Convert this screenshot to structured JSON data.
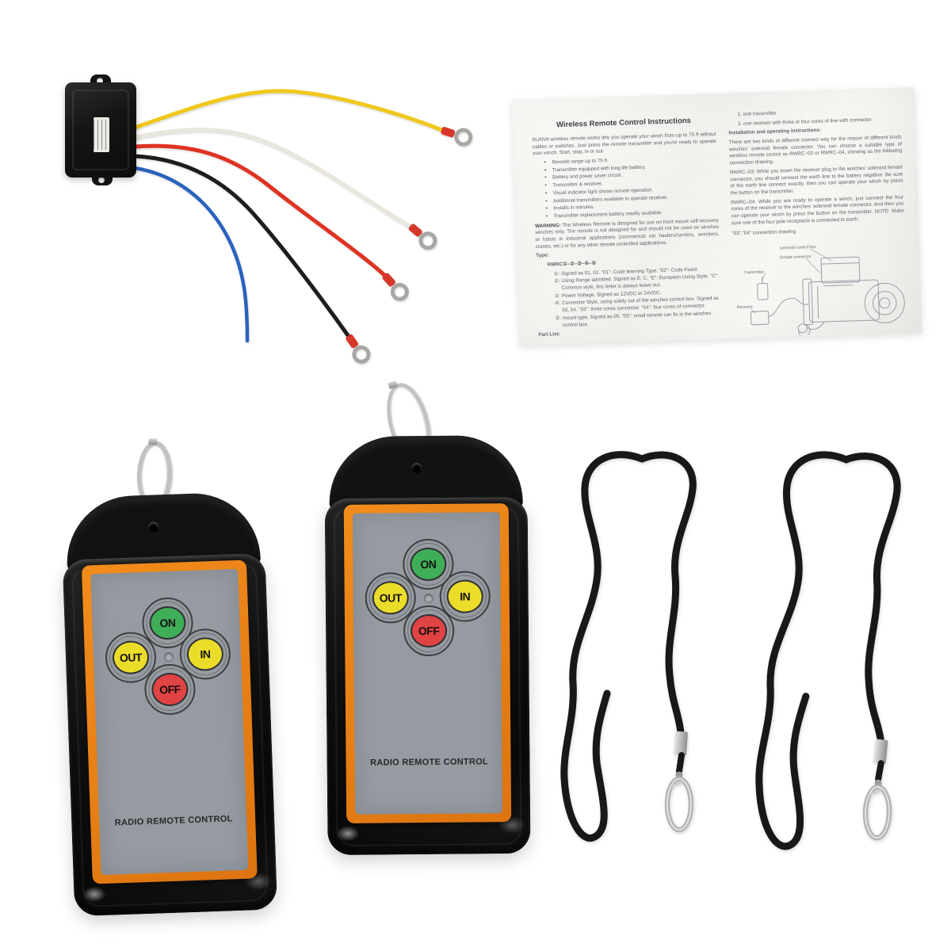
{
  "receiver": {
    "wires": [
      {
        "name": "yellow",
        "color": "#f0c81e"
      },
      {
        "name": "white",
        "color": "#e9e6dc"
      },
      {
        "name": "red",
        "color": "#df3322"
      },
      {
        "name": "black",
        "color": "#1d1d1d"
      },
      {
        "name": "blue",
        "color": "#2a62bd"
      }
    ],
    "terminal_color": "#d7372b"
  },
  "instruction_sheet": {
    "title": "Wireless Remote Control Instructions",
    "intro": "RUNVA wireless remote works lets you operate your winch from up to 75 ft without cables or switches. Just press the remote transmitter and you're ready to operate your winch. Start, stop, in or out.",
    "features": [
      "Remote range up to 75 ft.",
      "Transmitter equipped with long life battery.",
      "Battery and power saver circuit.",
      "Transmitter & receiver.",
      "Visual indicator light shows remote operation.",
      "Additional transmitters available to operate receiver.",
      "Installs in minutes.",
      "Transmitter replacement battery readily available."
    ],
    "warning_label": "WARNING:",
    "warning_body": " The Wireless Remote is designed for use on front mount self-recovery winches only. The remote is not designed for and should not be used on winches or hoists in industrial applications (commercial car haulers/carriers, wreckers, cranes, etc.) or for any other remote controlled applications.",
    "type_heading": "Type:",
    "type_model": "RWRC①–②–③–④–⑤",
    "type_items": [
      "①: Signed as 01, 02. \"01\": Code learning Type. \"02\": Code Fixed.",
      "②: Using Range admitted. Signed as E, C. \"E\": European Using Style. \"C\": Common style, this letter is always leave out.",
      "③: Power Voltage. Signed as 12VDC or 24VDC.",
      "④: Connector Style, using solely out of the winches control box. Signed as 03, 04. \"03\": three cores connector. \"04\": four cores of connector.",
      "⑤: mount type. Signed as 05. \"05\": small remote can fix in the winches control box."
    ],
    "part_list_heading": "Part List:",
    "right": {
      "parts": [
        "1.  one transmitter",
        "2.  one receiver with three or four cores of line with connector"
      ],
      "install_heading": "Installation and operating instructions:",
      "install_paras": [
        "There are two kinds of different connect way for the reason of different kinds winches' solenoid female connector. You can choose a suitable type of wireless remote control as RWRC–03 or RWRC–04, showing as the following connection drawing.",
        "RWRC–03: While you insert the receiver plug to the winches' solenoid female connector, you should connect the earth line to the battery negative. Be sure of the earth line connect exactly, then you can operate your winch by press the button on the transmitter.",
        "RWRC–04: While you are ready to operate a winch, just connect the four cores of the receiver to the winches' solenoid female connector. And then you can operate your winch by press the button on the transmitter. NOTE: Make sure one of the four pole receptacle is connected to earth."
      ],
      "drawing_caption": "\"03\",\"04\" connection drawing",
      "drawing_labels": [
        "solenoid control box",
        "female connector",
        "Transmitter",
        "Receiver"
      ]
    }
  },
  "remote": {
    "count": 2,
    "caption": "RADIO REMOTE CONTROL",
    "buttons": [
      {
        "label": "ON",
        "color": "#3fae58"
      },
      {
        "label": "OUT",
        "color": "#ecdc2a"
      },
      {
        "label": "IN",
        "color": "#ecdc2a"
      },
      {
        "label": "OFF",
        "color": "#e04343"
      }
    ],
    "colors": {
      "body": "#121212",
      "panel_border": "#e8801b",
      "face": "#969ba1"
    }
  },
  "lanyards": {
    "count": 2,
    "strap_color": "#181818",
    "hardware_color": "#b9babb"
  }
}
